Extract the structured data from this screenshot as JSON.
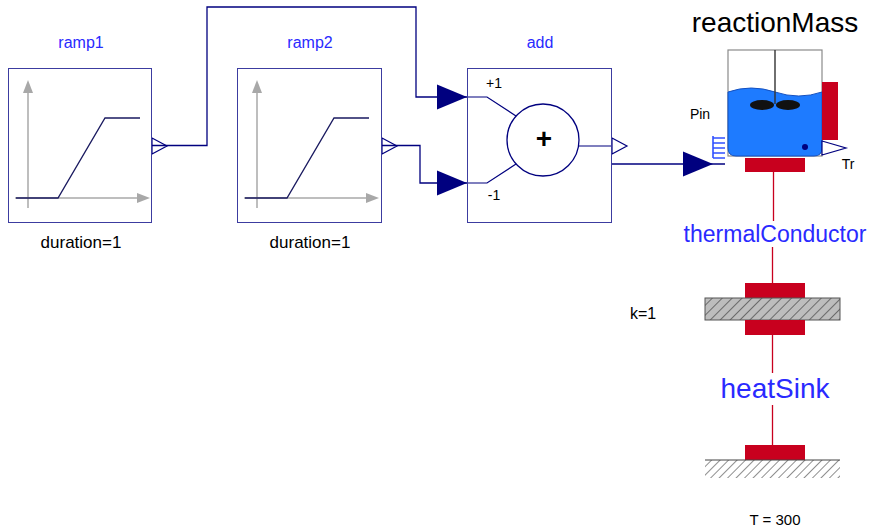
{
  "diagram": {
    "nodes": [
      {
        "text": [
          "ramp1",
          "duration=1"
        ]
      },
      {
        "text": [
          "ramp2",
          "duration=1"
        ]
      },
      {
        "text": [
          "add",
          "+1",
          "-1",
          "+"
        ]
      },
      {
        "text": [
          "reactionMass"
        ]
      },
      {
        "text": [
          "thermalConductor",
          "k=1"
        ]
      },
      {
        "text": [
          "heatSink",
          "T = 300"
        ]
      }
    ],
    "edges": [
      {
        "from": 0,
        "to": 2,
        "arrow": "to"
      },
      {
        "from": 1,
        "to": 2,
        "arrow": "to"
      },
      {
        "from": 2,
        "to": 3,
        "arrow": "to"
      },
      {
        "from": 3,
        "to": 4,
        "arrow": "none"
      },
      {
        "from": 4,
        "to": 5,
        "arrow": "none"
      }
    ],
    "labels": [
      "Pin",
      "Tr"
    ]
  }
}
